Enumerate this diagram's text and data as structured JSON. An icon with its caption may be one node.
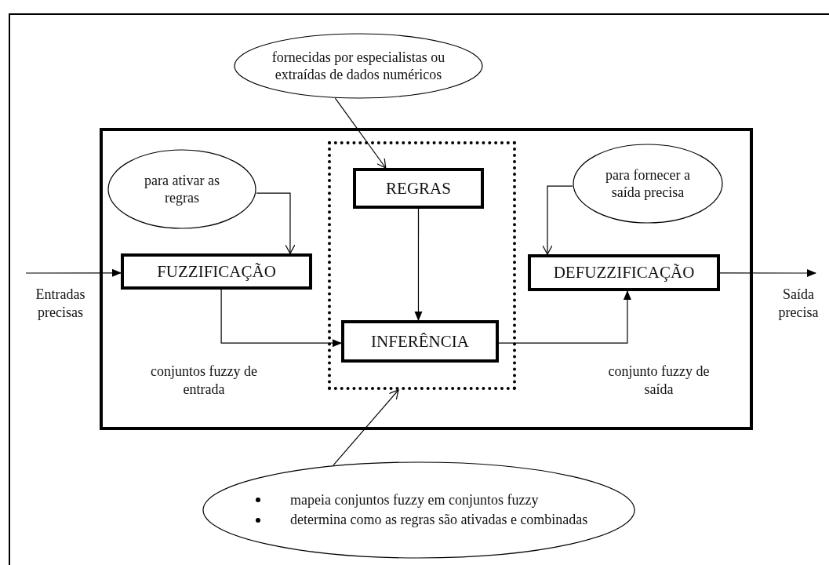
{
  "diagram": {
    "nodes": [
      {
        "text": [],
        "shape": "box"
      },
      {
        "text": [],
        "shape": "box",
        "in": 0
      },
      {
        "text": [
          "fornecidas por especialistas ou extraídas de dados numéricos"
        ]
      },
      {
        "text": [
          "para ativar as regras"
        ],
        "in": 0
      },
      {
        "text": [
          "FUZZIFICAÇÃO"
        ],
        "in": 0
      },
      {
        "text": [
          "REGRAS"
        ],
        "in": 1
      },
      {
        "text": [
          "INFERÊNCIA"
        ],
        "in": 1
      },
      {
        "text": [
          "para fornecer a saída precisa"
        ],
        "in": 0
      },
      {
        "text": [
          "DEFUZZIFICAÇÃO"
        ],
        "in": 0
      },
      {
        "text": [
          "mapeia conjuntos fuzzy em conjuntos fuzzy",
          "determina como as regras são ativadas e combinadas"
        ]
      }
    ],
    "edges": [
      {
        "from": null,
        "to": 4,
        "arrow": "to"
      },
      {
        "from": 3,
        "to": 4,
        "arrow": "to"
      },
      {
        "from": 2,
        "to": 5,
        "arrow": "to"
      },
      {
        "from": 5,
        "to": 6,
        "arrow": "to"
      },
      {
        "from": 4,
        "to": 6,
        "arrow": "to"
      },
      {
        "from": 6,
        "to": 8,
        "arrow": "to"
      },
      {
        "from": 7,
        "to": 8,
        "arrow": "to"
      },
      {
        "from": 8,
        "to": null,
        "arrow": "to"
      },
      {
        "from": 9,
        "to": 1,
        "arrow": "to"
      }
    ],
    "labels": [
      "Entradas precisas",
      "Saída precisa",
      "conjuntos fuzzy de entrada",
      "conjunto fuzzy de saída"
    ]
  }
}
